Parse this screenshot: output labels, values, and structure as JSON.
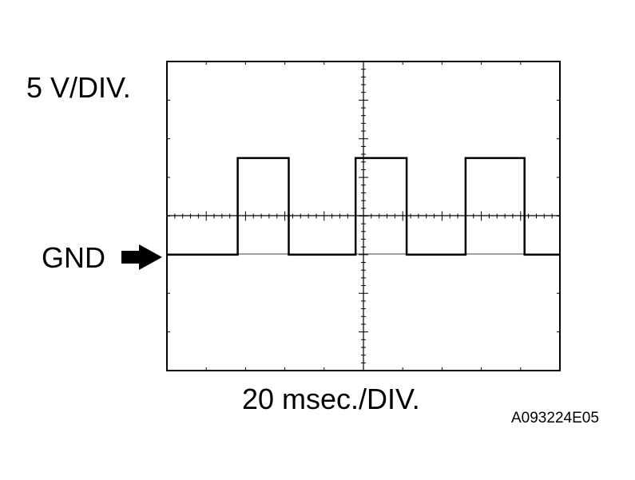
{
  "labels": {
    "vertical_scale": "5 V/DIV.",
    "ground_marker": "GND",
    "time_scale": "20 msec./DIV.",
    "figure_code": "A093224E05"
  },
  "icons": {
    "ground_pointer": "right-arrow-icon"
  },
  "colors": {
    "ink": "#000000",
    "paper": "#ffffff"
  },
  "chart_data": {
    "type": "line",
    "axes": {
      "x": {
        "scale_per_div": "20 msec./DIV.",
        "divisions": 10
      },
      "y": {
        "scale_per_div": "5 V/DIV.",
        "divisions": 8
      }
    },
    "reference": {
      "name": "GND",
      "y_div": 3.0
    },
    "series": [
      {
        "x_div": [
          0,
          1.8,
          1.8,
          3.1,
          3.1,
          4.8,
          4.8,
          6.1,
          6.1,
          7.6,
          7.6,
          9.1,
          9.1,
          10
        ],
        "y_div": [
          3.0,
          3.0,
          5.5,
          5.5,
          3.0,
          3.0,
          5.5,
          5.5,
          3.0,
          3.0,
          5.5,
          5.5,
          3.0,
          3.0
        ]
      }
    ]
  }
}
